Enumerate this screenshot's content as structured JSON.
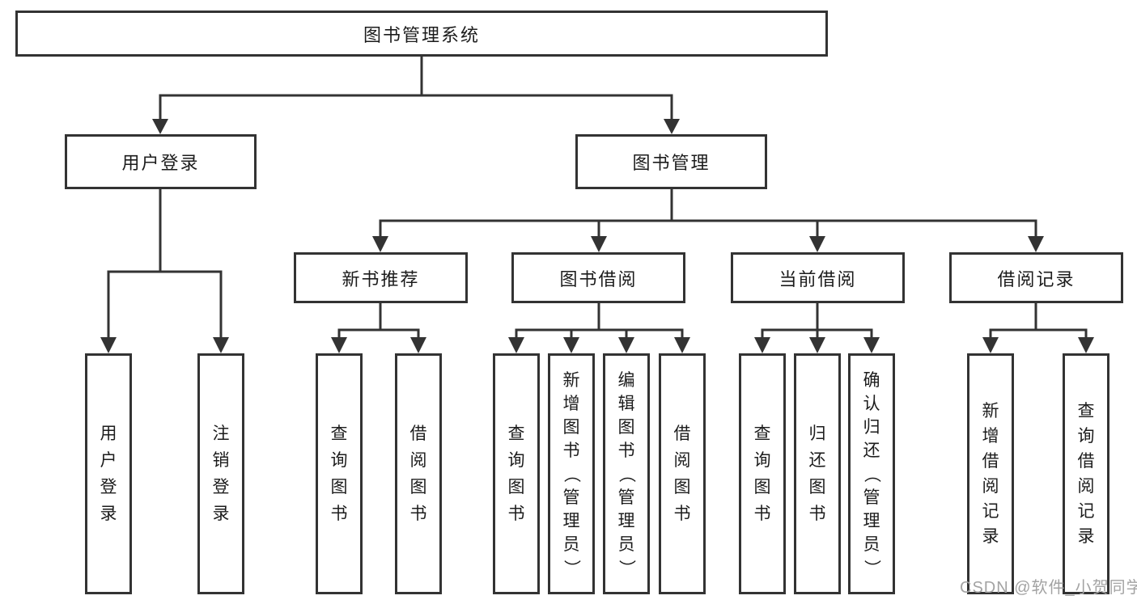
{
  "diagram": {
    "title": "图书管理系统",
    "type": "hierarchy-tree"
  },
  "colors": {
    "line": "#333333",
    "box_border": "#333333",
    "text": "#1c1c1c",
    "watermark": "#a3a3a3",
    "background": "#ffffff"
  },
  "nodes": {
    "root": {
      "label": "图书管理系统"
    },
    "level2": [
      {
        "label": "用户登录"
      },
      {
        "label": "图书管理"
      }
    ],
    "level3": [
      {
        "label": "新书推荐"
      },
      {
        "label": "图书借阅"
      },
      {
        "label": "当前借阅"
      },
      {
        "label": "借阅记录"
      }
    ],
    "leaves": {
      "user_login": [
        "用户登录",
        "注销登录"
      ],
      "new_book_recommend": [
        "查询图书",
        "借阅图书"
      ],
      "book_borrow": [
        "查询图书",
        "新增图书（管理员）",
        "编辑图书（管理员）",
        "借阅图书"
      ],
      "current_borrow": [
        "查询图书",
        "归还图书",
        "确认归还（管理员）"
      ],
      "borrow_record": [
        "新增借阅记录",
        "查询借阅记录"
      ]
    }
  },
  "watermark": {
    "text": "CSDN @软件_小贺同学"
  }
}
